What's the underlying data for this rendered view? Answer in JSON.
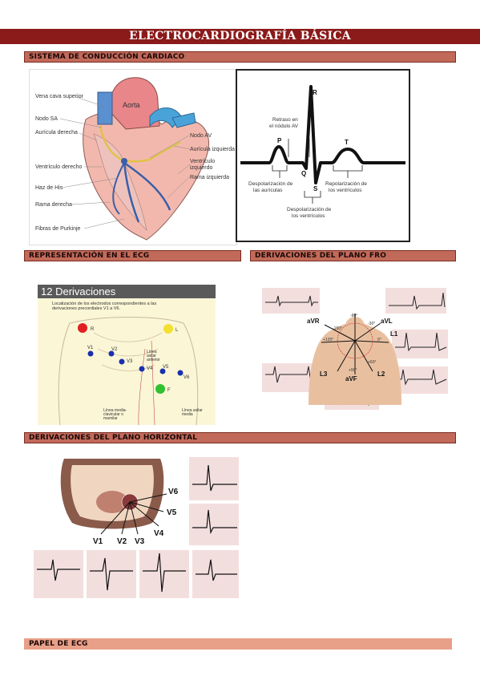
{
  "title": "ELECTROCARDIOGRAFÍA BÁSICA",
  "sections": {
    "conduction": "SISTEMA DE CONDUCCIÓN CARDIACO",
    "representation": "REPRESENTACIÓN EN EL ECG",
    "frontal": "DERIVACIONES DEL PLANO FRO",
    "horizontal": "DERIVACIONES DEL PLANO HORIZONTAL",
    "paper": "PAPEL DE ECG"
  },
  "heart_labels": {
    "vena_cava": "Vena cava superior",
    "aorta": "Aorta",
    "nodo_sa": "Nodo SA",
    "auricula_derecha": "Aurícula derecha",
    "ventriculo_derecho": "Ventrículo derecho",
    "haz_his": "Haz de His",
    "rama_derecha": "Rama derecha",
    "purkinje": "Fibras de Purkinje",
    "nodo_av": "Nodo AV",
    "auricula_izquierda": "Aurícula izquierda",
    "ventriculo_izq_1": "Ventrículo",
    "ventriculo_izq_2": "izquierdo",
    "rama_izquierda": "Rama izquierda"
  },
  "wave_labels": {
    "r": "R",
    "p": "P",
    "q": "Q",
    "s": "S",
    "t": "T",
    "retraso_1": "Retraso en",
    "retraso_2": "el nódulo AV",
    "desp_aur_1": "Despolarización de",
    "desp_aur_2": "las aurículas",
    "repol_1": "Repolarización de",
    "repol_2": "los ventrículos",
    "desp_ven_1": "Despolarización de",
    "desp_ven_2": "los ventrículos"
  },
  "derivaciones": {
    "heading": "12 Derivaciones",
    "subtitle_1": "Localización de los electrodos correspondientes a las",
    "subtitle_2": "derivaciones precordiales V1 a V6.",
    "electrodes": [
      "R",
      "L",
      "V1",
      "V2",
      "V3",
      "V4",
      "V5",
      "V6",
      "F"
    ],
    "line_ant_1": "Línea",
    "line_ant_2": "axilar",
    "line_ant_3": "anterior",
    "line_mid_1": "Línea media-",
    "line_mid_2": "clavicular o",
    "line_mid_3": "mamilar",
    "line_ax_1": "Línea axilar",
    "line_ax_2": "media"
  },
  "frontal_leads": {
    "avr": "aVR",
    "avl": "aVL",
    "l1": "L1",
    "l2": "L2",
    "l3": "L3",
    "avf": "aVF",
    "deg_m30": "-30°",
    "deg_0": "0°",
    "deg_p90": "+90°",
    "deg_p60": "+60°",
    "deg_p120": "+120°",
    "deg_m150": "-150°",
    "deg_m90": "-90°"
  },
  "horizontal_leads": [
    "V1",
    "V2",
    "V3",
    "V4",
    "V5",
    "V6"
  ]
}
